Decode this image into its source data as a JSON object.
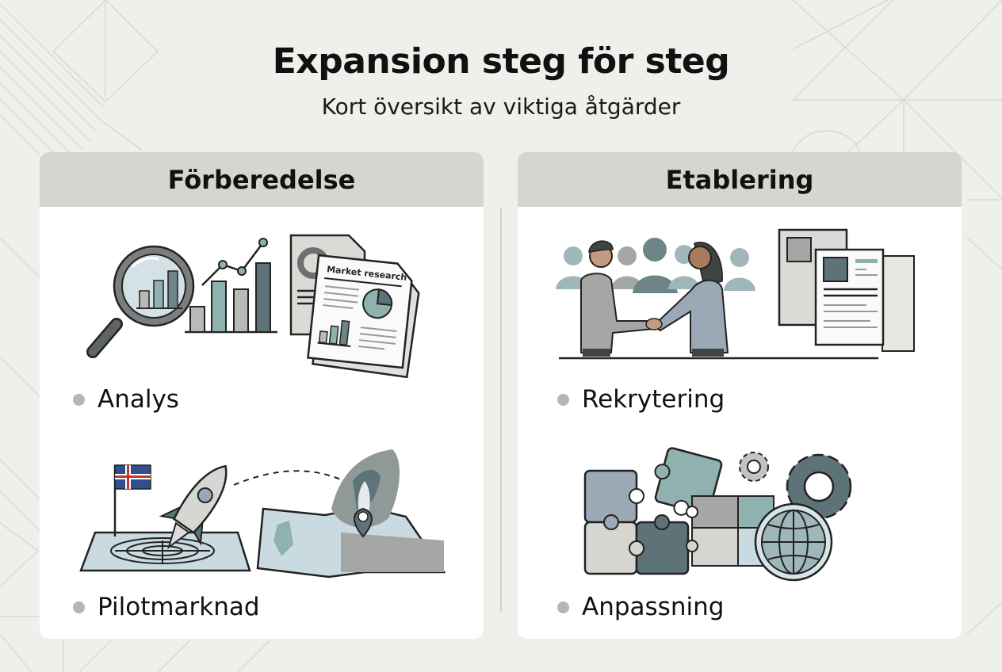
{
  "header": {
    "title": "Expansion steg för steg",
    "subtitle": "Kort översikt av viktiga åtgärder"
  },
  "columns": [
    {
      "heading": "Förberedelse",
      "steps": [
        {
          "label": "Analys",
          "icons": [
            "magnifier-chart-icon",
            "bar-line-chart-icon",
            "market-research-report-icon"
          ],
          "report_title": "Market research"
        },
        {
          "label": "Pilotmarknad",
          "icons": [
            "iceland-flag-icon",
            "rocket-icon",
            "target-map-icon",
            "nordic-map-pin-icon"
          ]
        }
      ]
    },
    {
      "heading": "Etablering",
      "steps": [
        {
          "label": "Rekrytering",
          "icons": [
            "handshake-icon",
            "crowd-silhouettes-icon",
            "cv-documents-icon"
          ]
        },
        {
          "label": "Anpassning",
          "icons": [
            "puzzle-pieces-icon",
            "gears-icon",
            "globe-icon"
          ]
        }
      ]
    }
  ],
  "colors": {
    "background": "#efefeb",
    "card": "#ffffff",
    "card_header": "#d6d5cf",
    "bullet": "#b5b5b1",
    "accent_dark": "#5d7378",
    "accent_teal": "#8fb1af",
    "accent_blue_gray": "#9aa9b5",
    "accent_light": "#c9dbe0"
  }
}
